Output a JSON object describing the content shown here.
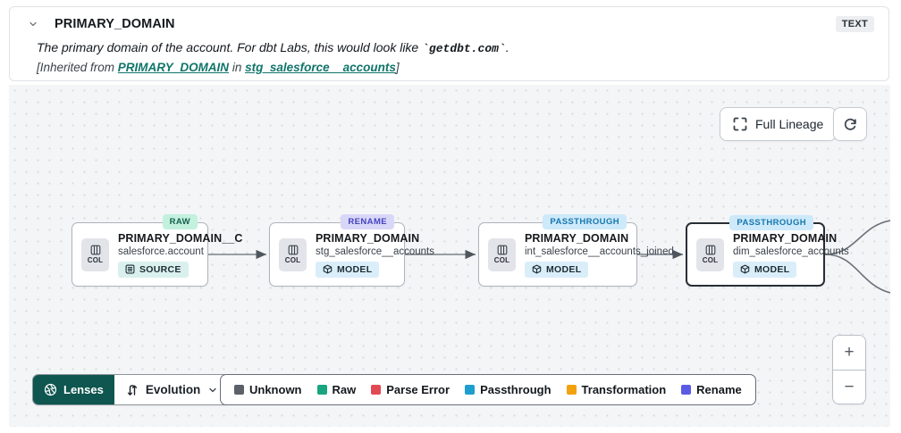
{
  "header": {
    "title": "PRIMARY_DOMAIN",
    "type_badge": "TEXT",
    "description": {
      "prefix": "The primary domain of the account. For dbt Labs, this would look like ",
      "code": "`getdbt.com`",
      "suffix": "."
    },
    "inherited": {
      "prefix": "[Inherited from ",
      "column_link": "PRIMARY_DOMAIN",
      "middle": " in ",
      "model_link": "stg_salesforce__accounts",
      "suffix": "]"
    }
  },
  "toolbar": {
    "full_lineage_label": "Full Lineage"
  },
  "nodes": [
    {
      "title": "PRIMARY_DOMAIN__C",
      "subtitle": "salesforce.account",
      "resource_label": "SOURCE",
      "badge": "RAW",
      "col_label": "COL"
    },
    {
      "title": "PRIMARY_DOMAIN",
      "subtitle": "stg_salesforce__accounts",
      "resource_label": "MODEL",
      "badge": "RENAME",
      "col_label": "COL"
    },
    {
      "title": "PRIMARY_DOMAIN",
      "subtitle": "int_salesforce__accounts_joined",
      "resource_label": "MODEL",
      "badge": "PASSTHROUGH",
      "col_label": "COL"
    },
    {
      "title": "PRIMARY_DOMAIN",
      "subtitle": "dim_salesforce_accounts",
      "resource_label": "MODEL",
      "badge": "PASSTHROUGH",
      "col_label": "COL"
    }
  ],
  "lenses": {
    "button_label": "Lenses",
    "selected_lens": "Evolution"
  },
  "legend": {
    "items": [
      {
        "label": "Unknown",
        "color": "#5b6069"
      },
      {
        "label": "Raw",
        "color": "#18a57f"
      },
      {
        "label": "Parse Error",
        "color": "#e14a55"
      },
      {
        "label": "Passthrough",
        "color": "#1e9ecf"
      },
      {
        "label": "Transformation",
        "color": "#f2a20c"
      },
      {
        "label": "Rename",
        "color": "#5c5be5"
      }
    ]
  },
  "zoom_controls": {
    "zoom_in": "+",
    "zoom_out": "−"
  },
  "colors": {
    "accent_teal": "#0e564f",
    "link_teal": "#10756a",
    "badge_raw_bg": "#c2f1de",
    "badge_rename_bg": "#d8d7f8",
    "badge_passthrough_bg": "#cde9fa",
    "canvas_bg": "#f4f5f7"
  }
}
